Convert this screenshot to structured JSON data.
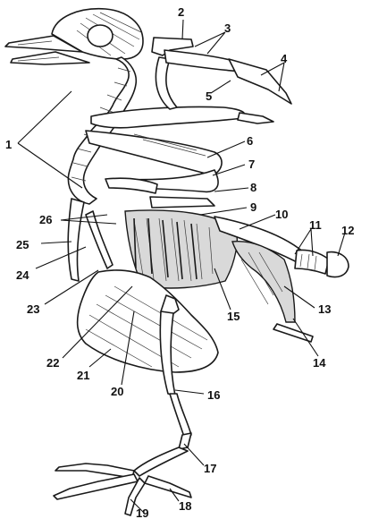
{
  "labels": [
    {
      "id": "1",
      "text": "1"
    },
    {
      "id": "2",
      "text": "2"
    },
    {
      "id": "3",
      "text": "3"
    },
    {
      "id": "4",
      "text": "4"
    },
    {
      "id": "5",
      "text": "5"
    },
    {
      "id": "6",
      "text": "6"
    },
    {
      "id": "7",
      "text": "7"
    },
    {
      "id": "8",
      "text": "8"
    },
    {
      "id": "9",
      "text": "9"
    },
    {
      "id": "10",
      "text": "10"
    },
    {
      "id": "11",
      "text": "11"
    },
    {
      "id": "12",
      "text": "12"
    },
    {
      "id": "13",
      "text": "13"
    },
    {
      "id": "14",
      "text": "14"
    },
    {
      "id": "15",
      "text": "15"
    },
    {
      "id": "16",
      "text": "16"
    },
    {
      "id": "17",
      "text": "17"
    },
    {
      "id": "18",
      "text": "18"
    },
    {
      "id": "19",
      "text": "19"
    },
    {
      "id": "20",
      "text": "20"
    },
    {
      "id": "21",
      "text": "21"
    },
    {
      "id": "22",
      "text": "22"
    },
    {
      "id": "23",
      "text": "23"
    },
    {
      "id": "24",
      "text": "24"
    },
    {
      "id": "25",
      "text": "25"
    },
    {
      "id": "26",
      "text": "26"
    }
  ]
}
